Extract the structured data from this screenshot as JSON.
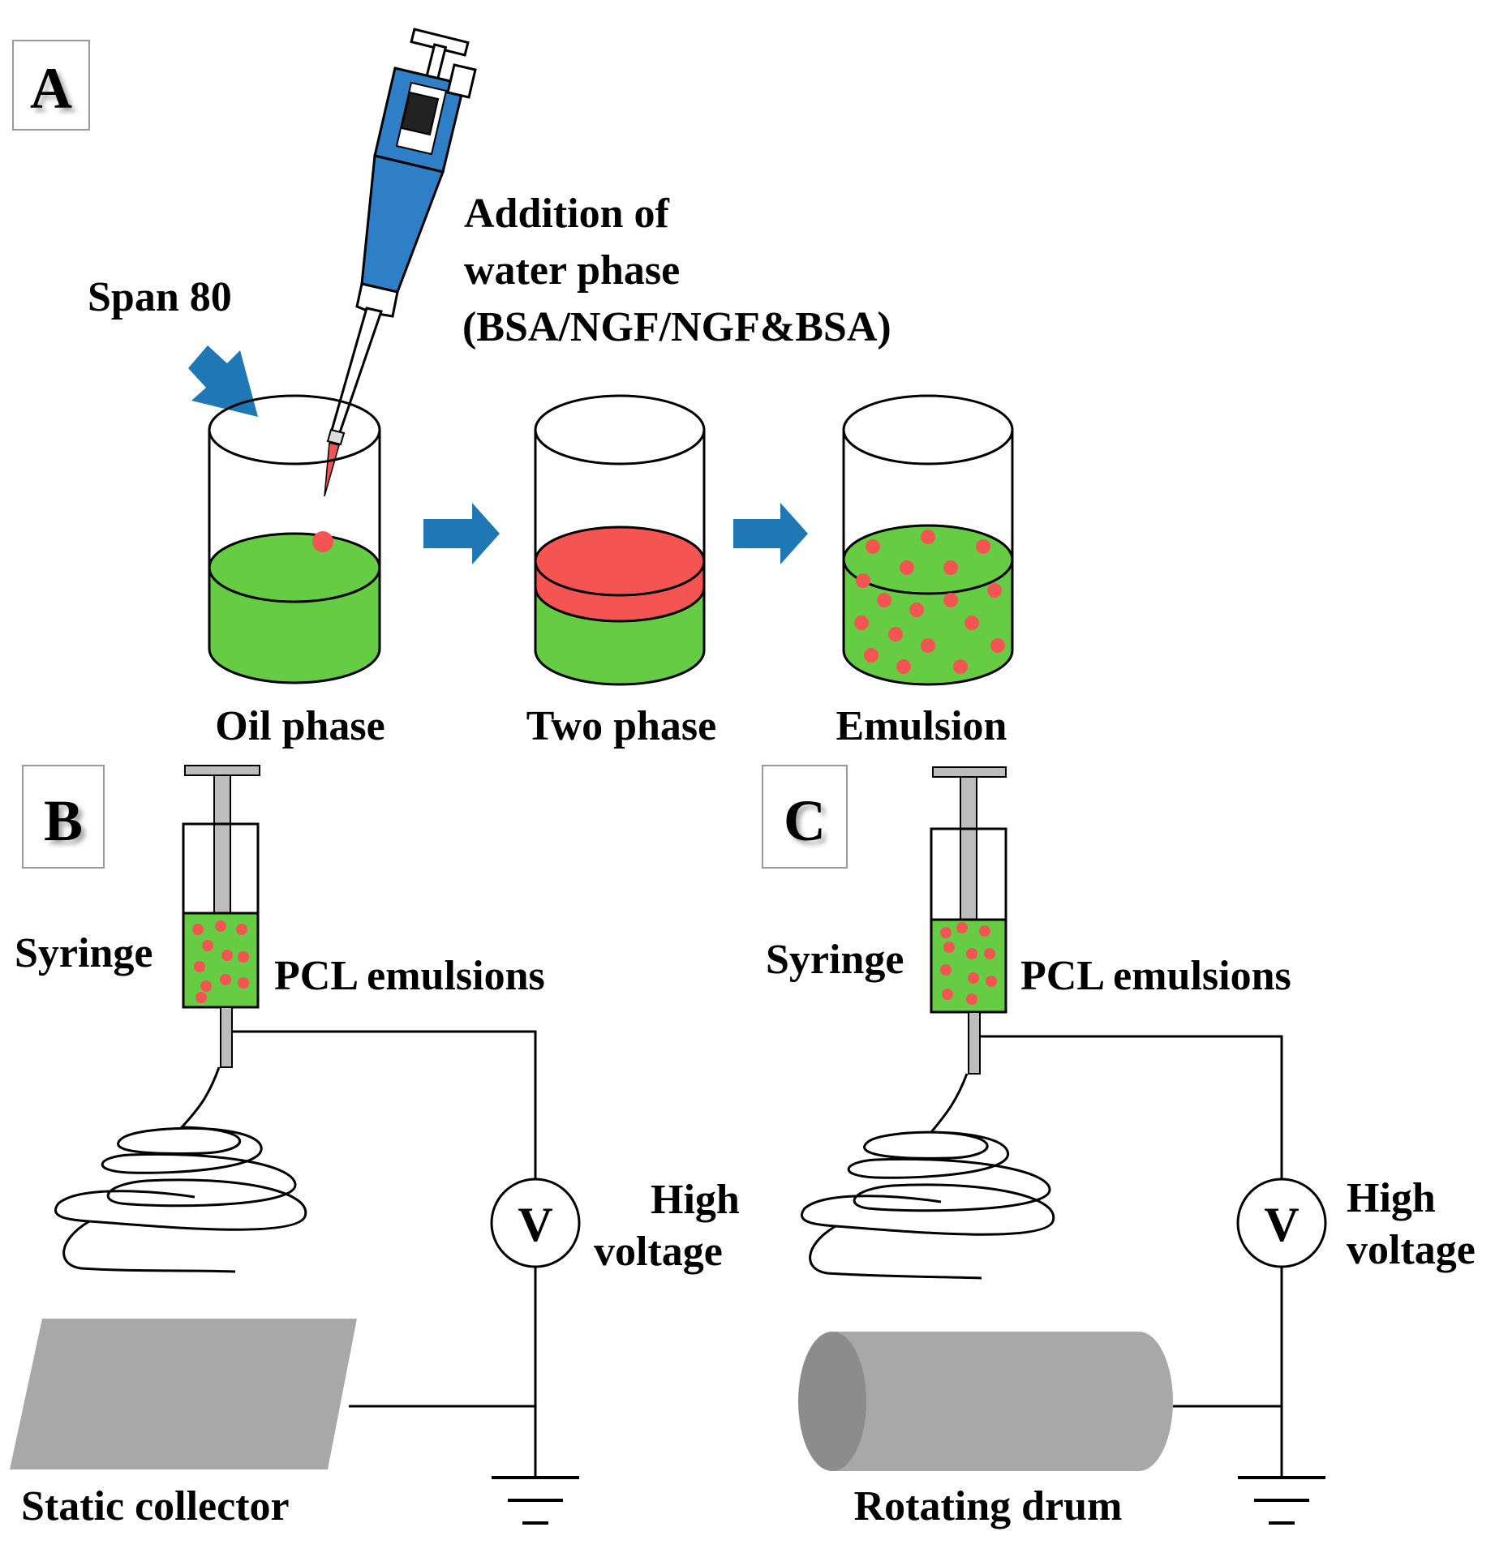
{
  "colors": {
    "oil": "#66cc44",
    "water": "#f55552",
    "arrow": "#1f78b4",
    "pipette": "#2f7fc6",
    "collector": "#a8a8a8",
    "drum": "#a8a8a8",
    "drum_end": "#8c8c8c",
    "plunger": "#bdbdbd",
    "wire": "#000000"
  },
  "panel_a": {
    "letter": "A",
    "span_label": "Span 80",
    "addition_line1": "Addition of",
    "addition_line2": "water phase",
    "addition_line3": "(BSA/NGF/NGF&BSA)",
    "beaker1_label": "Oil phase",
    "beaker2_label": "Two phase",
    "beaker3_label": "Emulsion"
  },
  "panel_b": {
    "letter": "B",
    "syringe_label": "Syringe",
    "emulsion_label": "PCL emulsions",
    "voltage_line1": "High",
    "voltage_line2": "voltage",
    "meter_symbol": "V",
    "collector_label": "Static collector"
  },
  "panel_c": {
    "letter": "C",
    "syringe_label": "Syringe",
    "emulsion_label": "PCL emulsions",
    "voltage_line1": "High",
    "voltage_line2": "voltage",
    "meter_symbol": "V",
    "collector_label": "Rotating drum"
  }
}
